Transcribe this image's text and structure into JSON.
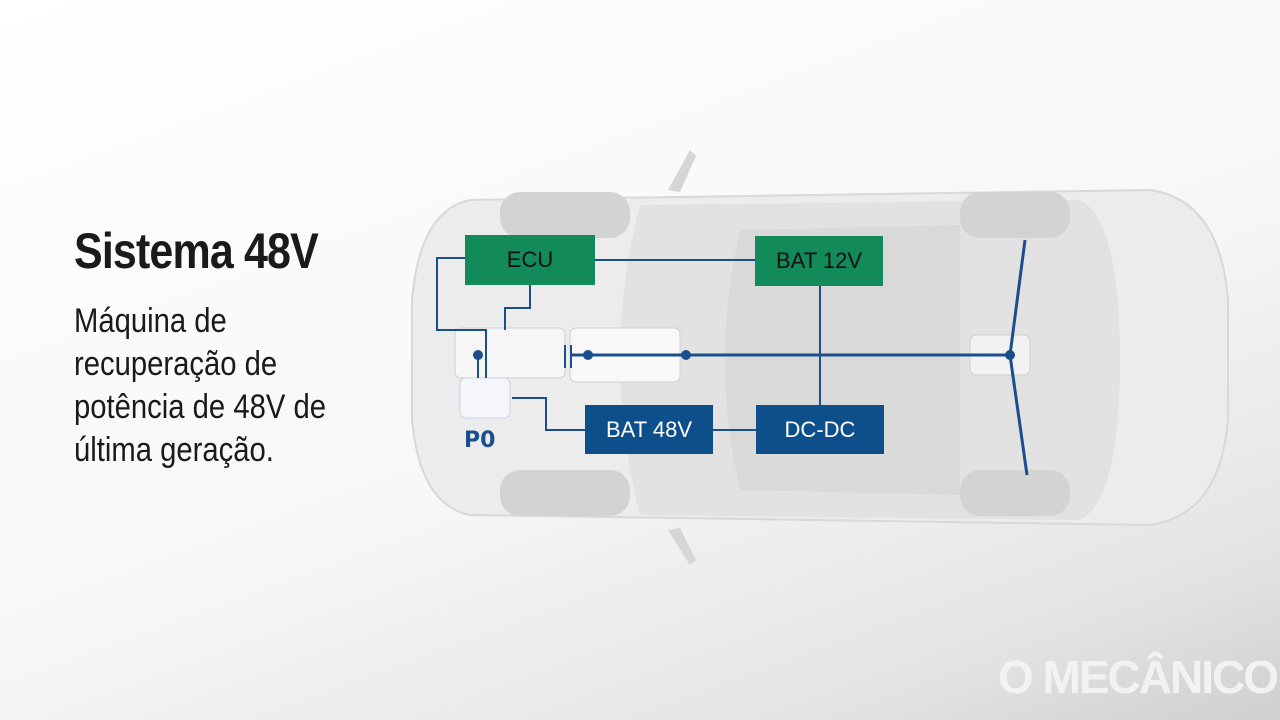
{
  "title": "Sistema 48V",
  "description": "Máquina de recuperação de potência de 48V de última geração.",
  "diagram": {
    "boxes": {
      "ecu": "ECU",
      "bat12": "BAT 12V",
      "bat48": "BAT 48V",
      "dcdc": "DC-DC"
    },
    "p0_label": "P0",
    "colors": {
      "green": "#138a5a",
      "blue": "#0d4f8b",
      "line": "#1b4f8c"
    }
  },
  "watermark": "O MECÂNICO"
}
